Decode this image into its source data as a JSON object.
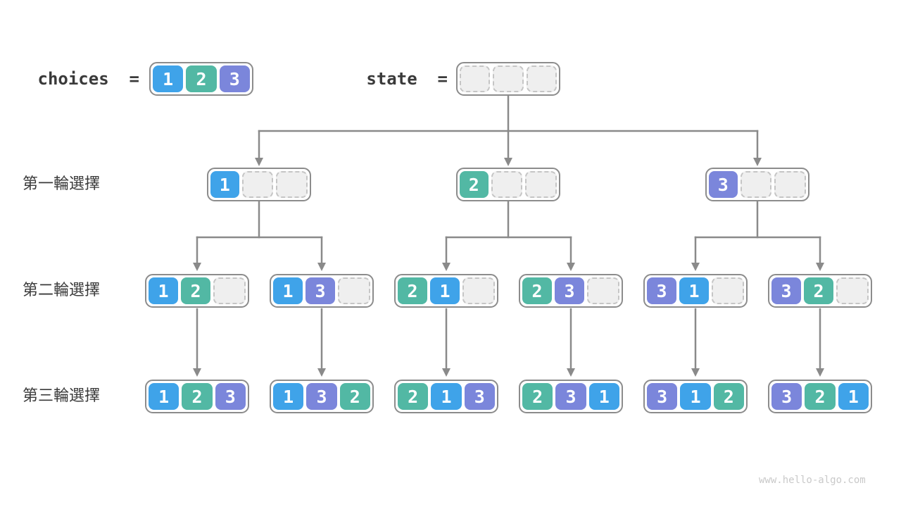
{
  "legend": {
    "choices_label": "choices  =",
    "choices_cells": [
      1,
      2,
      3
    ],
    "state_label": "state  =",
    "state_cells": [
      null,
      null,
      null
    ]
  },
  "rows": [
    {
      "label": "第一輪選擇",
      "nodes": [
        [
          1,
          null,
          null
        ],
        [
          2,
          null,
          null
        ],
        [
          3,
          null,
          null
        ]
      ]
    },
    {
      "label": "第二輪選擇",
      "nodes": [
        [
          1,
          2,
          null
        ],
        [
          1,
          3,
          null
        ],
        [
          2,
          1,
          null
        ],
        [
          2,
          3,
          null
        ],
        [
          3,
          1,
          null
        ],
        [
          3,
          2,
          null
        ]
      ]
    },
    {
      "label": "第三輪選擇",
      "nodes": [
        [
          1,
          2,
          3
        ],
        [
          1,
          3,
          2
        ],
        [
          2,
          1,
          3
        ],
        [
          2,
          3,
          1
        ],
        [
          3,
          1,
          2
        ],
        [
          3,
          2,
          1
        ]
      ]
    }
  ],
  "colors": {
    "1": "#3FA3E9",
    "2": "#52B8A4",
    "3": "#7B86DB",
    "edge": "#8A8A8A",
    "node_border": "#8C8C8C",
    "empty_fill": "#EFEFEF",
    "empty_border": "#C5C5C5",
    "text": "#3a3a3a"
  },
  "watermark": "www.hello-algo.com"
}
